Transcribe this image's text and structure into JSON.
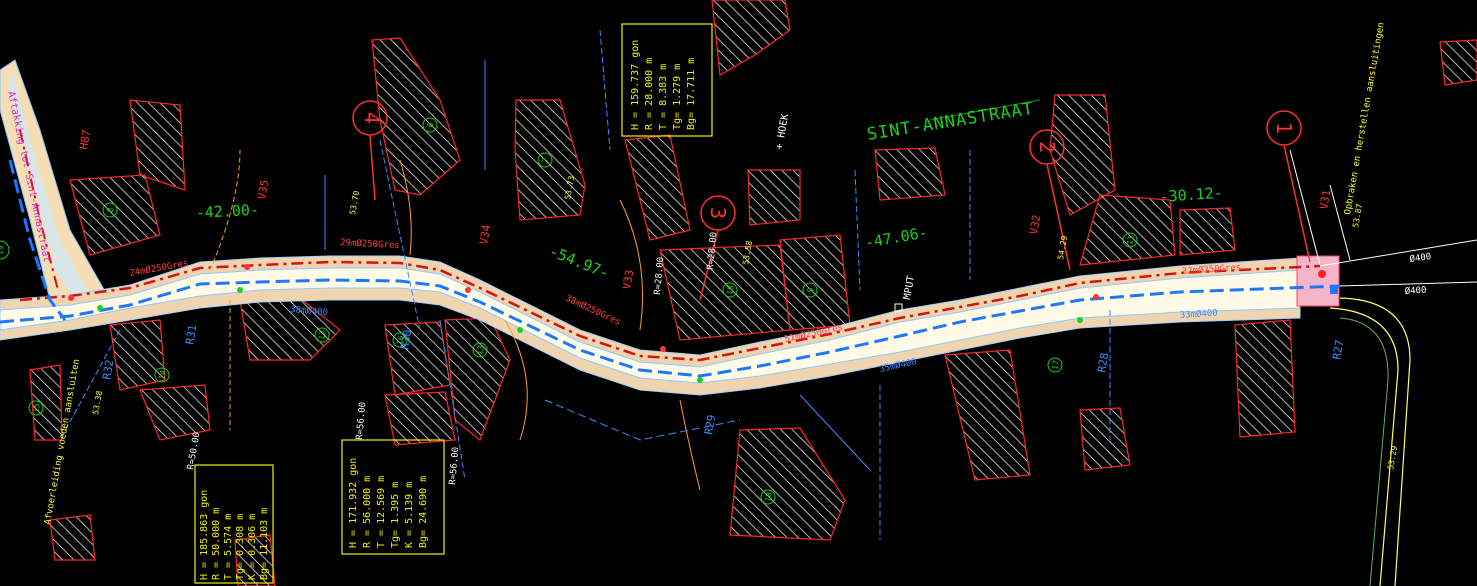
{
  "street_name": "SINT-ANNASTRAAT",
  "corner_label": "+ HOEK",
  "manhole_label": "MPUT",
  "side_note": "Opbraken en herstellen aansluitingen",
  "left_note": "Afvoerleiding voeden aansluiten",
  "vertical_street_text": "Aftakking tot Sint-Annastraat",
  "sections": {
    "s1": "1",
    "s2": "2",
    "s3": "3",
    "s4": "4"
  },
  "dimensions": {
    "d1": "-42.00-",
    "d2": "-54.97-",
    "d3": "-47.06-",
    "d4": "-30.12-"
  },
  "pipes": {
    "p1": "24mØ250Gres",
    "p2": "29mØ250Gres",
    "p3": "38mØ400",
    "p4": "51mØ250Gres",
    "p5": "32mØ250Gres",
    "p6": "33mØ400",
    "p7": "35mØ400",
    "p8": "38mØ250Gres",
    "p9": "Ø400",
    "p10": "Ø400"
  },
  "radii": {
    "r1": "R=50.00",
    "r2": "R=56.00",
    "r3": "R=56.00",
    "r4": "R=28.00",
    "r5": "R=28.00"
  },
  "chambers": {
    "v31": "V31",
    "v32": "V32",
    "v33": "V33",
    "v34": "V34",
    "v35": "V35",
    "r27": "R27",
    "r28": "R28",
    "r29": "R29",
    "r30": "R30",
    "r31": "R31",
    "r32": "R32",
    "h87": "H87"
  },
  "levels": {
    "b1": "53.87",
    "b2": "53.70",
    "b3": "53.38",
    "b4": "54.29",
    "b5": "53.58",
    "b6": "53.73",
    "b7": "53.29"
  },
  "curve_table_1": {
    "rows": [
      "H = 159.737 gon",
      "R =  28.000 m",
      "T =   8.383 m",
      "Tg=   1.279 m",
      "Bg=  17.711 m"
    ]
  },
  "curve_table_2": {
    "rows": [
      "H = 171.932 gon",
      "R =  56.000 m",
      "T =  12.569 m",
      "Tg=   1.395 m",
      "K =   5.139 m",
      "Bg=  24.690 m"
    ]
  },
  "curve_table_3": {
    "rows": [
      "H = 185.863 gon",
      "R =  50.000 m",
      "T =   5.574 m",
      "Tg=   0.308 m",
      "K =   0.306 m",
      "Bg=  11.103 m"
    ]
  },
  "plot_numbers": [
    "6",
    "7",
    "8",
    "9",
    "10",
    "11",
    "12",
    "13",
    "14",
    "15",
    "16",
    "17",
    "18",
    "19"
  ],
  "colors": {
    "road_fill": "#f5deb3",
    "road_inner": "#fffbe6",
    "sewer_red": "#d21414",
    "sewer_blue": "#1e78ff",
    "text_green": "#19d219",
    "text_yellow": "#f0f000",
    "building_outline": "#ff2222",
    "hatch": "#ffffff",
    "background": "#000000"
  }
}
